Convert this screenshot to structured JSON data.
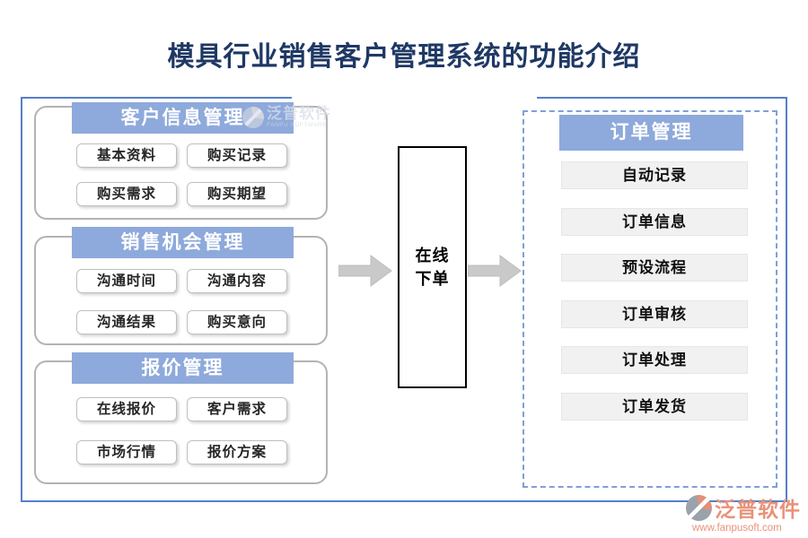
{
  "title": "模具行业销售客户管理系统的功能介绍",
  "left_groups": [
    {
      "header": "客户信息管理",
      "items": [
        "基本资料",
        "购买记录",
        "购买需求",
        "购买期望"
      ]
    },
    {
      "header": "销售机会管理",
      "items": [
        "沟通时间",
        "沟通内容",
        "沟通结果",
        "购买意向"
      ]
    },
    {
      "header": "报价管理",
      "items": [
        "在线报价",
        "客户需求",
        "市场行情",
        "报价方案"
      ]
    }
  ],
  "center_node": {
    "line1": "在线",
    "line2": "下单"
  },
  "right_group": {
    "header": "订单管理",
    "items": [
      "自动记录",
      "订单信息",
      "预设流程",
      "订单审核",
      "订单处理",
      "订单发货"
    ]
  },
  "header_watermark": {
    "brand": "泛普软件",
    "brand_sub": "FANPU SOFTWARE"
  },
  "footer_logo": {
    "brand": "泛普软件",
    "url": "www.fanpusoft.com"
  },
  "icons": {
    "flow_arrow_left": "block-arrow-right",
    "flow_arrow_right": "block-arrow-right",
    "header_watermark_icon": "fanpu-swoosh-circle",
    "footer_logo_icon": "fanpu-swoosh-circle"
  },
  "colors": {
    "title_text": "#1F3864",
    "group_header_fill": "#8EA9DB",
    "outer_border": "#5580C8",
    "dashed_border": "#7F9FD8",
    "arrow_fill": "#C9C9C9",
    "item_bar_fill": "#F1F1F1",
    "brand_accent": "#E8927A"
  }
}
